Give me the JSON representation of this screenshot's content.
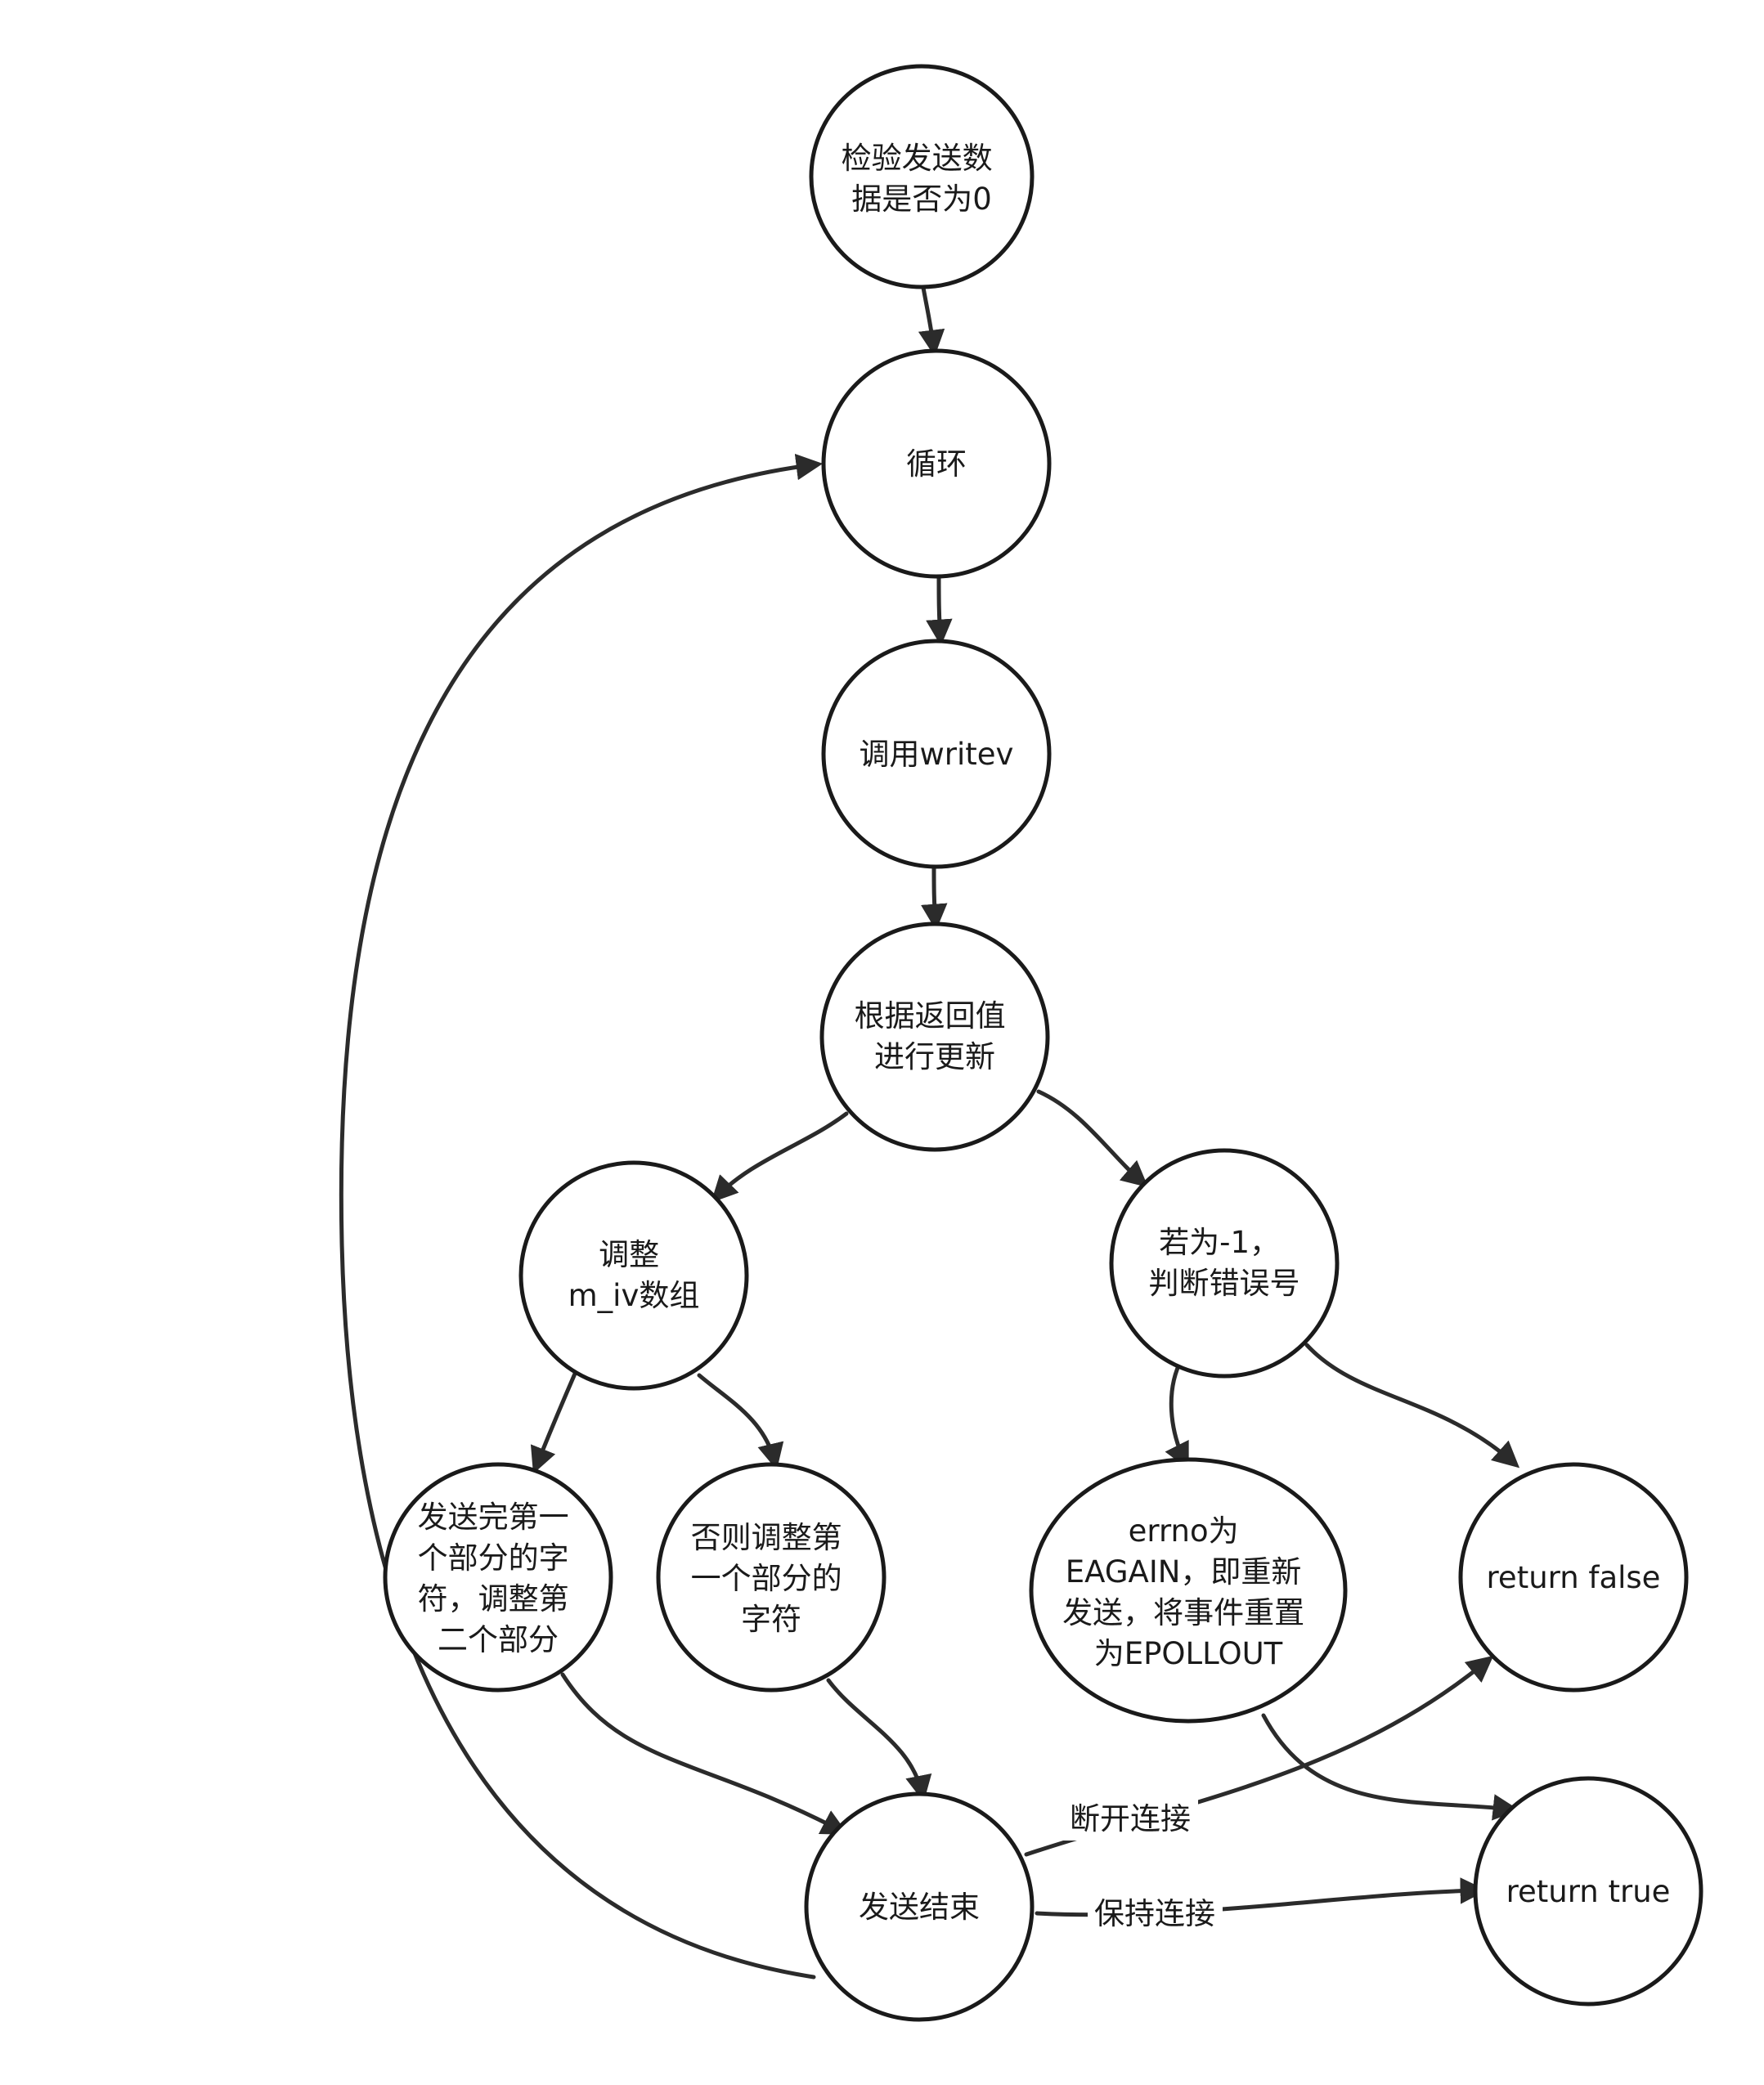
{
  "nodes": {
    "check_zero": {
      "lines": [
        "检验发送数",
        "据是否为0"
      ]
    },
    "loop": {
      "lines": [
        "循环"
      ]
    },
    "call_writev": {
      "lines": [
        "调用writev"
      ]
    },
    "update_by_ret": {
      "lines": [
        "根据返回值",
        "进行更新"
      ]
    },
    "adjust_m_iv": {
      "lines": [
        "调整",
        "m_iv数组"
      ]
    },
    "if_minus_one": {
      "lines": [
        "若为-1，",
        "判断错误号"
      ]
    },
    "sent_first_part": {
      "lines": [
        "发送完第一",
        "个部分的字",
        "符，调整第",
        "二个部分"
      ]
    },
    "else_adjust": {
      "lines": [
        "否则调整第",
        "一个部分的",
        "字符"
      ]
    },
    "errno_eagain": {
      "lines": [
        "errno为",
        "EAGAIN，即重新",
        "发送，将事件重置",
        "为EPOLLOUT"
      ]
    },
    "return_false": {
      "lines": [
        "return false"
      ]
    },
    "send_end": {
      "lines": [
        "发送结束"
      ]
    },
    "return_true": {
      "lines": [
        "return true"
      ]
    }
  },
  "edges": [
    {
      "from": "check_zero",
      "to": "loop"
    },
    {
      "from": "loop",
      "to": "call_writev"
    },
    {
      "from": "call_writev",
      "to": "update_by_ret"
    },
    {
      "from": "update_by_ret",
      "to": "adjust_m_iv"
    },
    {
      "from": "update_by_ret",
      "to": "if_minus_one"
    },
    {
      "from": "adjust_m_iv",
      "to": "sent_first_part"
    },
    {
      "from": "adjust_m_iv",
      "to": "else_adjust"
    },
    {
      "from": "if_minus_one",
      "to": "errno_eagain"
    },
    {
      "from": "if_minus_one",
      "to": "return_false"
    },
    {
      "from": "sent_first_part",
      "to": "send_end"
    },
    {
      "from": "else_adjust",
      "to": "send_end"
    },
    {
      "from": "errno_eagain",
      "to": "return_true"
    },
    {
      "from": "send_end",
      "to": "return_false",
      "label": "断开连接"
    },
    {
      "from": "send_end",
      "to": "return_true",
      "label": "保持连接"
    },
    {
      "from": "send_end",
      "to": "loop"
    }
  ]
}
